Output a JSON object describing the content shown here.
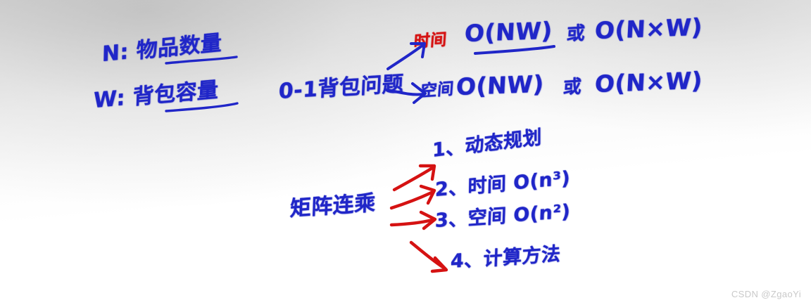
{
  "image": {
    "kind": "handwritten-whiteboard-note",
    "topic": "0-1 knapsack and matrix chain multiplication complexity notes",
    "ink_color_blue": "#2026c8",
    "ink_color_red": "#d51212",
    "background": "white-to-gray gradient whiteboard"
  },
  "definitions": {
    "n_line": "N: 物品数量",
    "w_line": "W: 背包容量"
  },
  "knapsack": {
    "title": "0-1背包问题",
    "time": {
      "label": "时间",
      "value": "O(NW)",
      "conjunction": "或",
      "alternative": "O(N×W)"
    },
    "space": {
      "label": "空间",
      "value": "O(NW)",
      "conjunction": "或",
      "alternative": "O(N×W)"
    }
  },
  "matrix_chain": {
    "title": "矩阵连乘",
    "items": [
      "1、动态规划",
      "2、时间 O(n³)",
      "3、空间 O(n²)",
      "4、计算方法"
    ]
  },
  "watermark": {
    "text": "CSDN @ZgaoYi"
  }
}
